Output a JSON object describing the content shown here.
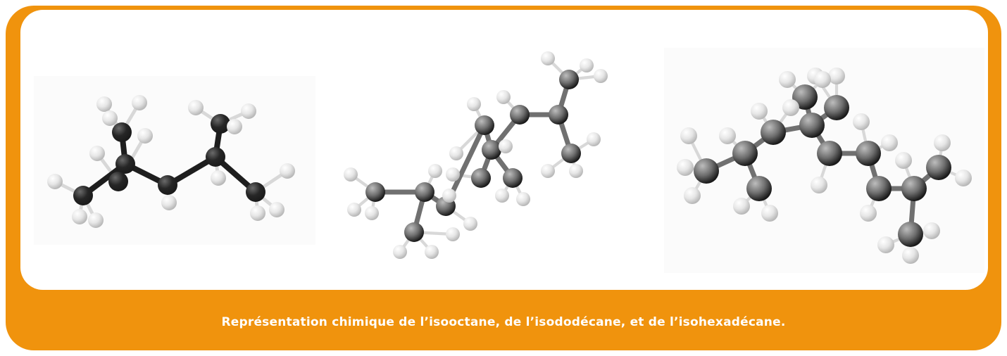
{
  "caption": "Représentation chimique de l’isooctane, de l’isododécane, et de l’isohexadécane.",
  "colors": {
    "frame": "#f0930d",
    "panel": "#ffffff",
    "carbon_dark": "#262626",
    "carbon_gray": "#737373",
    "hydrogen": "#f2f2f2"
  },
  "molecules": [
    {
      "name": "isooctane",
      "carbon_style": "dark"
    },
    {
      "name": "isododecane",
      "carbon_style": "gray"
    },
    {
      "name": "isohexadecane",
      "carbon_style": "gray"
    }
  ]
}
